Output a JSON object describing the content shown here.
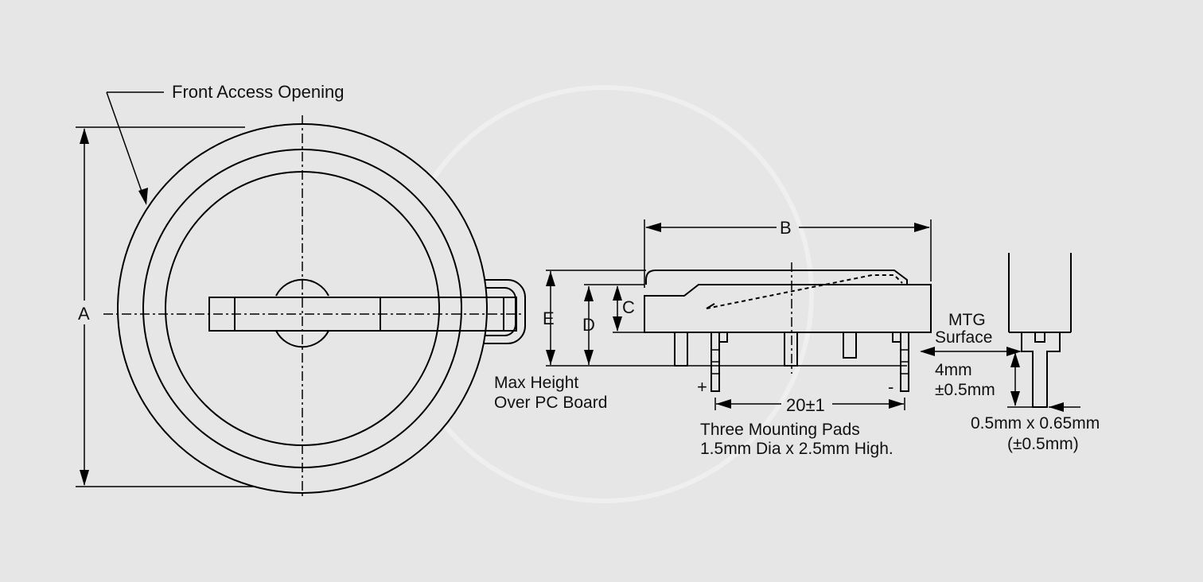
{
  "labels": {
    "front_access_opening": "Front Access Opening",
    "dim_a": "A",
    "dim_b": "B",
    "dim_c": "C",
    "dim_d": "D",
    "dim_e": "E",
    "max_height_line1": "Max Height",
    "max_height_line2": "Over PC Board",
    "pitch": "20±1",
    "plus": "+",
    "minus": "-",
    "mounting_pads_line1": "Three Mounting Pads",
    "mounting_pads_line2": "1.5mm Dia x 2.5mm High.",
    "mtg_line1": "MTG",
    "mtg_line2": "Surface",
    "standoff_line1": "4mm",
    "standoff_line2": "±0.5mm",
    "pin_size_line1": "0.5mm x 0.65mm",
    "pin_size_line2": "(±0.5mm)"
  }
}
